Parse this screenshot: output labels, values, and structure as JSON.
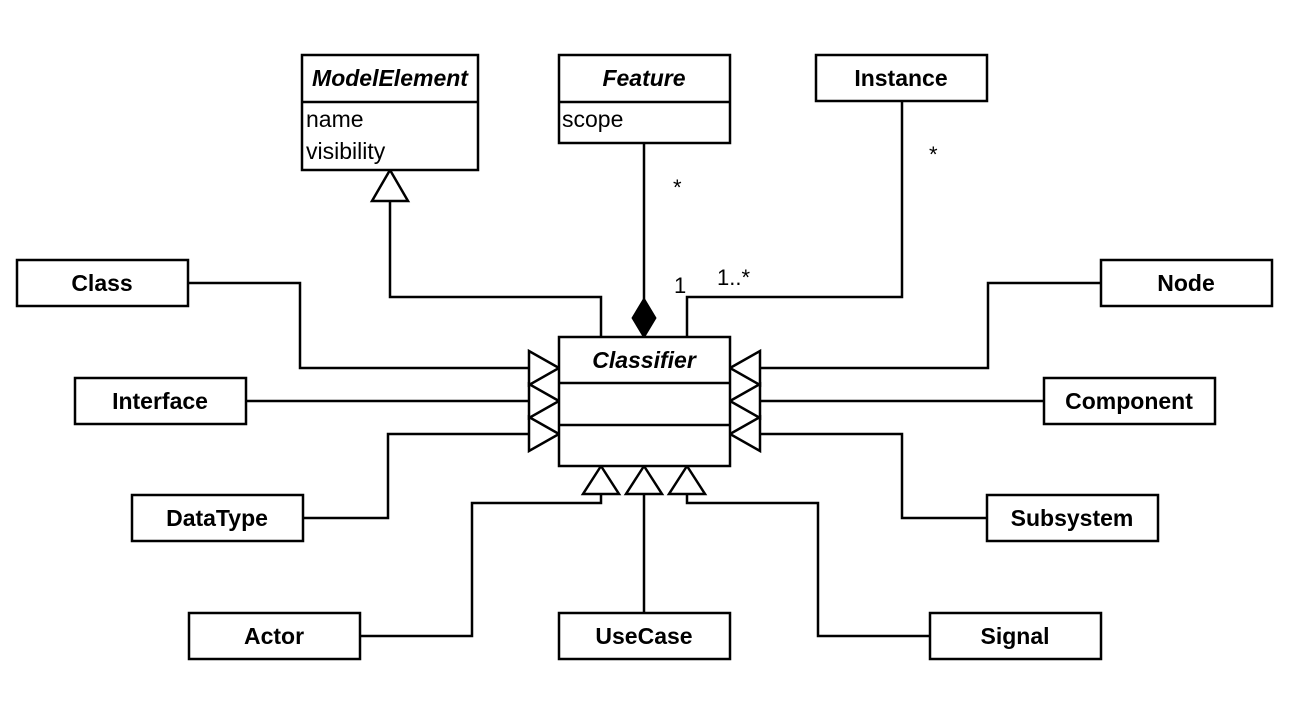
{
  "classes": {
    "model_element": {
      "name": "ModelElement",
      "attributes": [
        "name",
        "visibility"
      ]
    },
    "feature": {
      "name": "Feature",
      "attributes": [
        "scope"
      ]
    },
    "instance": {
      "name": "Instance"
    },
    "classifier": {
      "name": "Classifier"
    },
    "class": {
      "name": "Class"
    },
    "interface": {
      "name": "Interface"
    },
    "datatype": {
      "name": "DataType"
    },
    "actor": {
      "name": "Actor"
    },
    "usecase": {
      "name": "UseCase"
    },
    "signal": {
      "name": "Signal"
    },
    "subsystem": {
      "name": "Subsystem"
    },
    "component": {
      "name": "Component"
    },
    "node": {
      "name": "Node"
    }
  },
  "associations": {
    "feature_classifier": {
      "feature_end": "*",
      "classifier_end": "1"
    },
    "instance_classifier": {
      "instance_end": "*",
      "classifier_end": "1..*"
    }
  }
}
